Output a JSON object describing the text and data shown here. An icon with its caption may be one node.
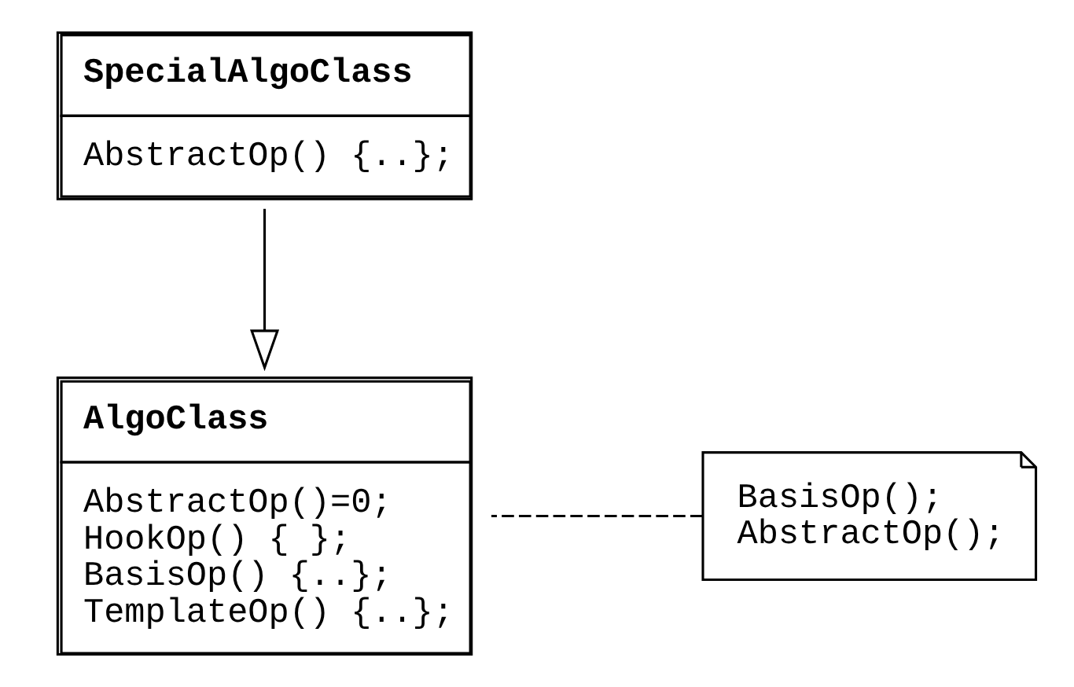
{
  "diagram": {
    "nodes": [
      {
        "text": [
          "AlgoClass",
          "AbstractOp()=0;",
          "HookOp() { };",
          "BasisOp() {..};",
          "TemplateOp() {..};"
        ]
      },
      {
        "text": [
          "BasisOp();",
          "AbstractOp();"
        ]
      },
      {
        "text": [
          "SpecialAlgoClass",
          "AbstractOp() {..};"
        ]
      }
    ],
    "edges": [
      {
        "from": 1,
        "to": 0,
        "arrow": "none",
        "style": "dashed"
      },
      {
        "from": 2,
        "to": 0,
        "arrow": "to"
      }
    ]
  }
}
